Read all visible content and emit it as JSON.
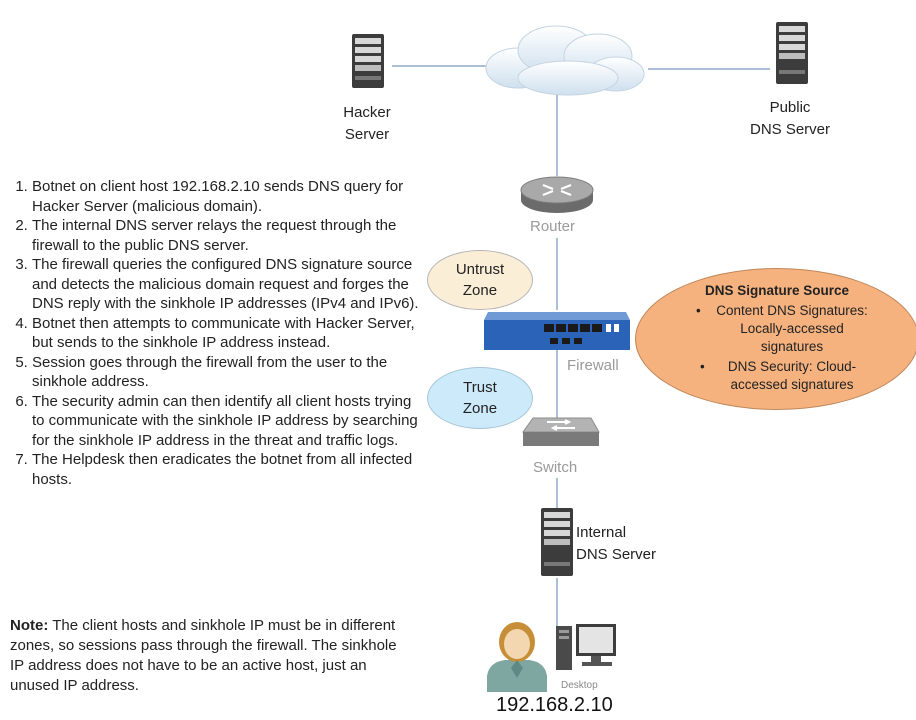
{
  "nodes": {
    "hacker_server": "Hacker\nServer",
    "public_dns": "Public\nDNS Server",
    "router": "Router",
    "firewall": "Firewall",
    "switch": "Switch",
    "internal_dns": "Internal\nDNS Server",
    "desktop": "Desktop",
    "client_ip": "192.168.2.10"
  },
  "zones": {
    "untrust": "Untrust\nZone",
    "trust": "Trust\nZone"
  },
  "signature_source": {
    "title": "DNS Signature Source",
    "items": [
      "Content DNS Signatures:\nLocally-accessed\nsignatures",
      "DNS Security: Cloud-\naccessed signatures"
    ]
  },
  "steps": [
    "Botnet on  client host 192.168.2.10 sends DNS query for Hacker Server (malicious domain).",
    "The internal DNS server relays the request through the firewall to the public DNS server.",
    "The firewall queries the configured DNS signature source and detects the malicious domain request and forges the DNS reply with the sinkhole IP addresses (IPv4 and IPv6).",
    "Botnet then attempts to communicate with Hacker Server, but sends to the sinkhole IP address instead.",
    "Session goes through the firewall from the user to the sinkhole address.",
    "The security admin can then identify all client hosts trying to communicate with the sinkhole IP address by searching for the sinkhole IP address in the threat and traffic  logs.",
    "The Helpdesk then eradicates the botnet from all infected hosts."
  ],
  "note": {
    "label": "Note:",
    "text": " The client hosts and sinkhole IP must be in different zones, so sessions pass through the firewall. The sinkhole IP address does not have to be an active host, just an unused IP address."
  },
  "colors": {
    "line": "#5a7fb0",
    "untrust_fill": "#fbeed7",
    "trust_fill": "#cdeafb",
    "signature_fill": "#f5b27e",
    "firewall_blue": "#2a63b8"
  }
}
